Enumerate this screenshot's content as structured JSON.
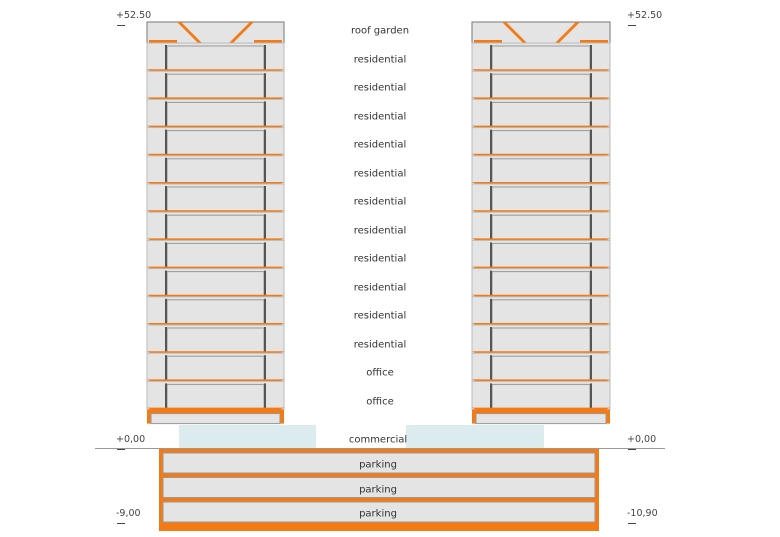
{
  "floors": [
    "roof garden",
    "residential",
    "residential",
    "residential",
    "residential",
    "residential",
    "residential",
    "residential",
    "residential",
    "residential",
    "residential",
    "residential",
    "office",
    "office"
  ],
  "ground": "commercial",
  "basement": [
    "parking",
    "parking",
    "parking"
  ],
  "levels": {
    "top_left": "+52.50",
    "top_right": "+52.50",
    "ground_left": "+0,00",
    "ground_right": "+0,00",
    "bottom_left": "-9,00",
    "bottom_right": "-10,90"
  },
  "colors": {
    "slab": "#f47a14",
    "fill": "#e4e4e4",
    "glass": "#dcecee",
    "line": "#777777"
  }
}
